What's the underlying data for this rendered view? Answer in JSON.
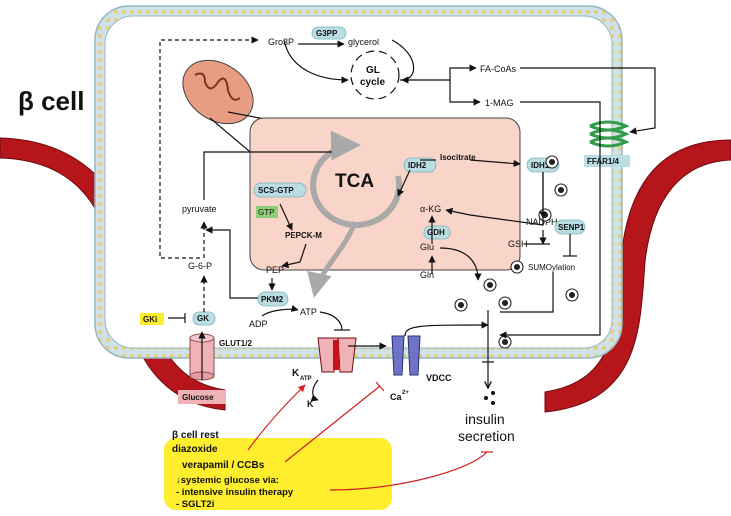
{
  "title": "β cell",
  "metabolites": {
    "gro3p": "Gro3P",
    "glycerol": "glycerol",
    "fa_coas": "FA-CoAs",
    "one_mag": "1-MAG",
    "pyruvate": "pyruvate",
    "g6p": "G-6-P",
    "pep": "PEP",
    "adp": "ADP",
    "atp": "ATP",
    "isocitrate": "Isocitrate",
    "akg": "α-KG",
    "glu": "Glu",
    "gln": "Gln",
    "nadph": "NADPH",
    "gsh": "GSH",
    "sumoylation": "SUMOylation",
    "gtp": "GTP",
    "glucose": "Glucose",
    "k_main": "K",
    "k_sub": "ATP",
    "kplus_main": "K",
    "kplus_sup": "+",
    "ca_main": "Ca",
    "ca_sup": "2+"
  },
  "cycles": {
    "gl_cycle_line1": "GL",
    "gl_cycle_line2": "cycle",
    "tca": "TCA"
  },
  "enzymes": {
    "g3pp": "G3PP",
    "idh2": "IDH2",
    "idh1": "IDH1",
    "scs_gtp": "SCS-GTP",
    "pepck_m": "PEPCK-M",
    "gdh": "GDH",
    "senp1": "SENP1",
    "pkm2": "PKM2",
    "gk": "GK",
    "gki": "GKi",
    "glut": "GLUT1/2",
    "ffar": "FFAR1/4",
    "vdcc": "VDCC"
  },
  "output": {
    "line1": "insulin",
    "line2": "secretion"
  },
  "therapy_box": {
    "header": "β cell rest",
    "diazoxide": "diazoxide",
    "verapamil": "verapamil / CCBs",
    "systemic": "↓systemic glucose via:",
    "item1": "- intensive insulin therapy",
    "item2": "- SGLT2i"
  },
  "colors": {
    "vessel_red": "#b5151b",
    "tca_fill": "#f9d4c8",
    "enzyme_pill": "#b9dde3",
    "inhibitor_red": "#d21f1f",
    "therapy_box": "#ffee2e",
    "ffar_green": "#2f9d4a",
    "vdcc_blue": "#4a4fa8"
  }
}
